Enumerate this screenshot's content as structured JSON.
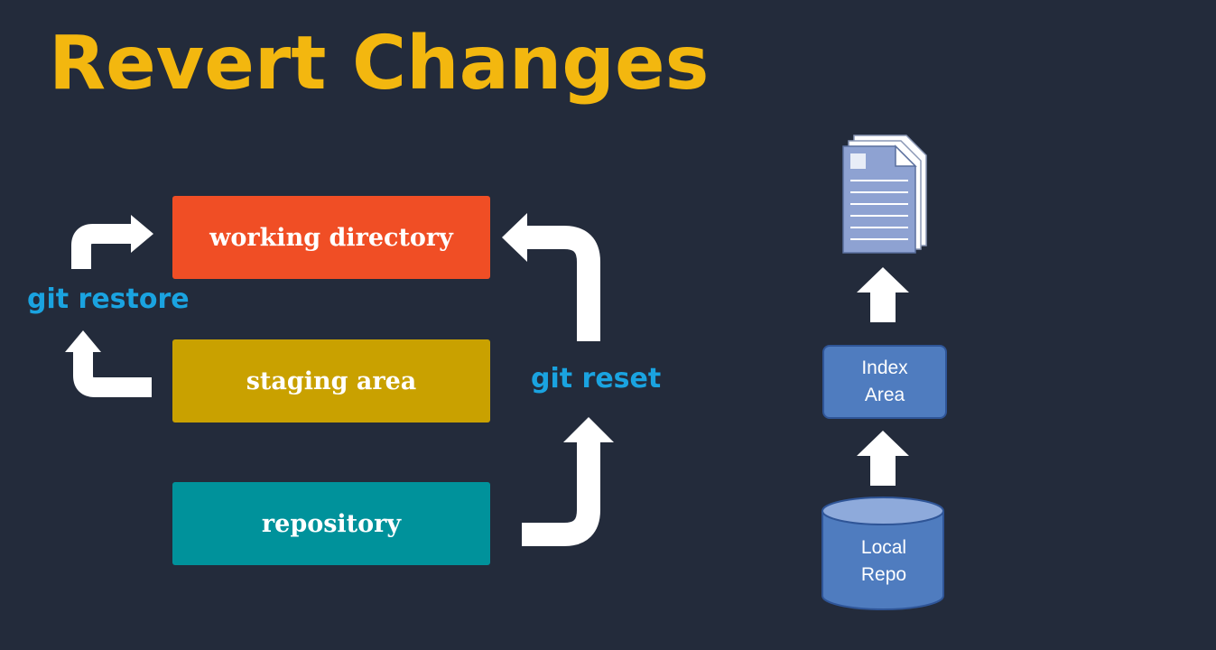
{
  "title": "Revert Changes",
  "stages": {
    "working_directory": "working directory",
    "staging_area": "staging area",
    "repository": "repository"
  },
  "commands": {
    "restore": "git restore",
    "reset": "git reset"
  },
  "side_diagram": {
    "index_line1": "Index",
    "index_line2": "Area",
    "repo_line1": "Local",
    "repo_line2": "Repo"
  },
  "colors": {
    "background": "#232b3b",
    "title": "#f3b70f",
    "working_directory": "#f04e25",
    "staging_area": "#c9a100",
    "repository": "#00929b",
    "command_label": "#1aa3e0",
    "side_node": "#4f7cbf"
  },
  "icons": [
    "document-stack-icon",
    "up-arrow-icon",
    "database-icon"
  ]
}
